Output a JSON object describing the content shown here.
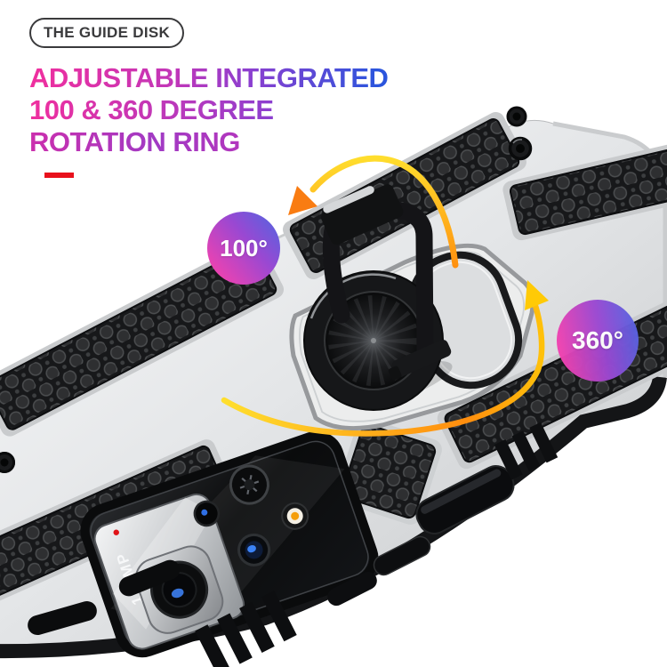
{
  "pill_badge": {
    "label": "THE GUIDE DISK"
  },
  "headline": {
    "lines": [
      "ADJUSTABLE INTEGRATED",
      "100 & 360 DEGREE",
      "ROTATION RING"
    ]
  },
  "callouts": {
    "tilt": {
      "label": "100°"
    },
    "rotation": {
      "label": "360°"
    }
  },
  "product": {
    "camera_branding": "108MP"
  },
  "colors": {
    "headline-pink": "#ee2f9f",
    "headline-blue": "#2b55dd",
    "badge-pink": "#ef42b0",
    "badge-purple": "#9a48d2",
    "badge-blue": "#5464e0",
    "arrow-yellow": "#ffdf2e",
    "arrow-orange": "#ff8d0e",
    "underline-red": "#e8111c",
    "case-silver": "#e9eaec",
    "case-dark": "#141517"
  }
}
